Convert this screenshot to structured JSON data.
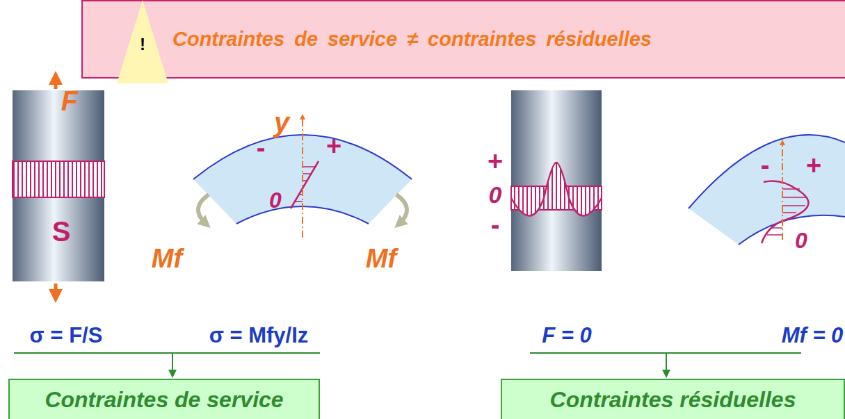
{
  "diagram": {
    "title": "Contraintes de service ≠ contraintes résiduelles",
    "nodes": [
      {
        "text": [
          "Contraintes de service"
        ]
      },
      {
        "text": [
          "Contraintes résiduelles"
        ]
      }
    ],
    "labels": [
      "!",
      "F",
      "S",
      "y",
      "-",
      "+",
      "0",
      "Mf",
      "Mf",
      "+",
      "0",
      "-",
      "-",
      "+",
      "0",
      "σ = F/S",
      "σ = Mfy/Iz",
      "F = 0",
      "Mf = 0"
    ]
  }
}
